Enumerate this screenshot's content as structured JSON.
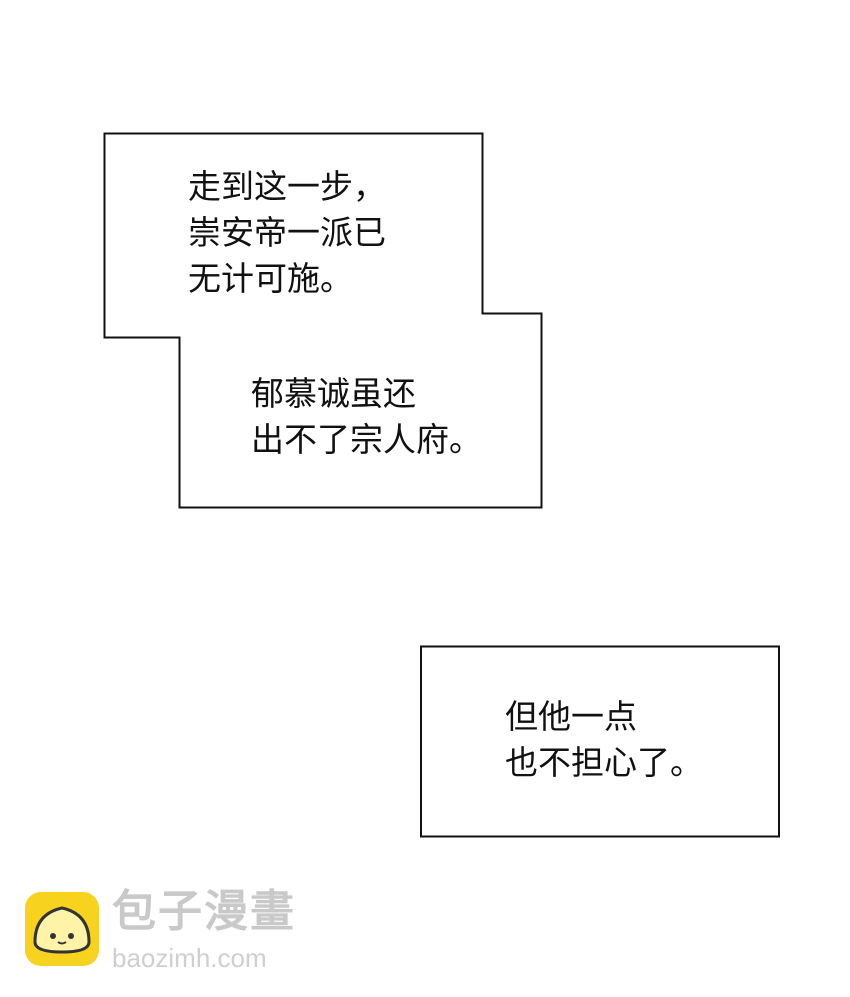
{
  "panels": [
    {
      "lines": [
        "走到这一步，",
        "崇安帝一派已",
        "无计可施。"
      ]
    },
    {
      "lines": [
        "郁慕诚虽还",
        "出不了宗人府。"
      ]
    },
    {
      "lines": [
        "但他一点",
        "也不担心了。"
      ]
    }
  ],
  "watermark": {
    "title": "包子漫畫",
    "url": "baozimh.com",
    "icon": "bun-mascot-icon",
    "icon_color": "#f7d21e"
  }
}
